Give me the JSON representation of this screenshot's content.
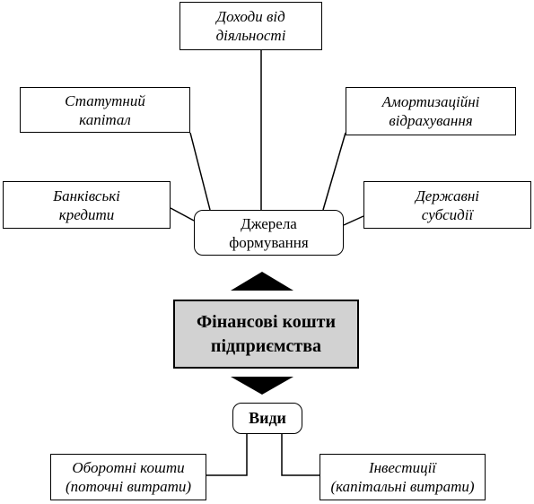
{
  "diagram": {
    "center": {
      "line1": "Фінансові кошти",
      "line2": "підприємства"
    },
    "sources_hub": {
      "line1": "Джерела",
      "line2": "формування"
    },
    "sources": [
      {
        "line1": "Доходи від",
        "line2": "діяльності"
      },
      {
        "line1": "Статутний",
        "line2": "капітал"
      },
      {
        "line1": "Амортизаційні",
        "line2": "відрахування"
      },
      {
        "line1": "Банківські",
        "line2": "кредити"
      },
      {
        "line1": "Державні",
        "line2": "субсидії"
      }
    ],
    "types_hub": {
      "label": "Види"
    },
    "types": [
      {
        "line1": "Оборотні кошти",
        "line2": "(поточні витрати)"
      },
      {
        "line1": "Інвестиції",
        "line2": "(капітальні витрати)"
      }
    ],
    "colors": {
      "center_fill": "#d2d2d2",
      "stroke": "#000000"
    }
  }
}
